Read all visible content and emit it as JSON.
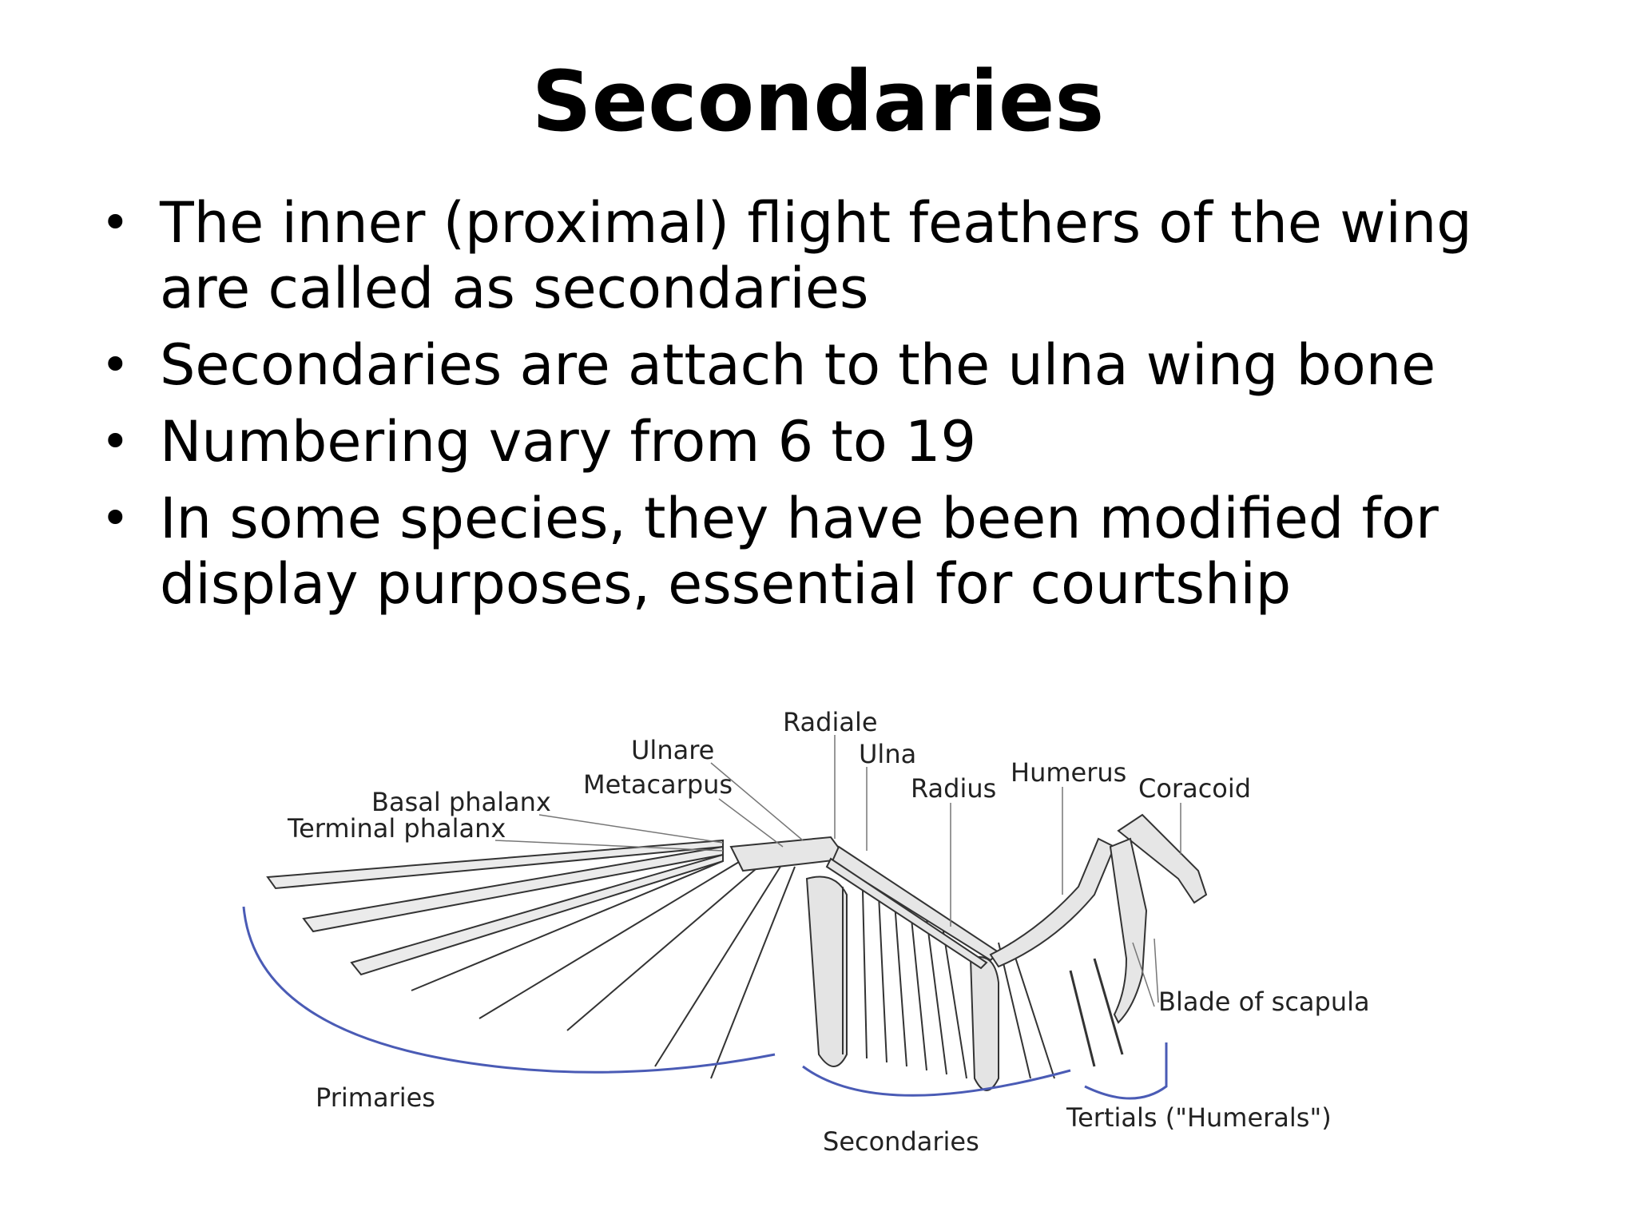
{
  "slide": {
    "title": "Secondaries",
    "bullets": [
      "The inner (proximal) flight feathers of the wing are called as secondaries",
      "Secondaries are attach to the ulna wing bone",
      "Numbering vary from 6 to 19",
      "In some species, they have been modified for display purposes, essential for courtship"
    ]
  },
  "diagram": {
    "labels": {
      "radiale": "Radiale",
      "ulnare": "Ulnare",
      "ulna": "Ulna",
      "humerus": "Humerus",
      "metacarpus": "Metacarpus",
      "radius": "Radius",
      "coracoid": "Coracoid",
      "basal_phalanx": "Basal phalanx",
      "terminal_phalanx": "Terminal phalanx",
      "blade_of_scapula": "Blade of scapula",
      "primaries": "Primaries",
      "secondaries": "Secondaries",
      "tertials": "Tertials (\"Humerals\")"
    },
    "colors": {
      "bracket": "#4a5bb5",
      "bone": "#e6e6e6",
      "line": "#333333"
    }
  }
}
